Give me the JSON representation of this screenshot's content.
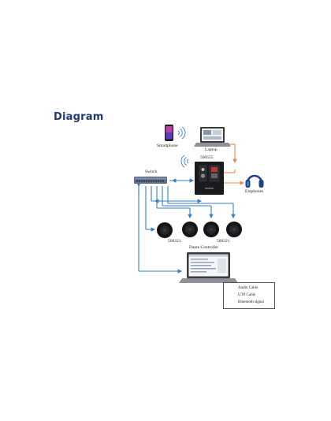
{
  "heading": "Diagram",
  "labels": {
    "smartphone": "Smartphone",
    "laptop": "Laptop",
    "device_model": "500555",
    "switch": "Switch",
    "earphones": "Earphones",
    "speaker_left_code": "500221",
    "speaker_right_code": "500221",
    "dante_controller": "Dante Controller"
  },
  "legend": {
    "audio_cable": "Audio Cable",
    "utp_cable": "UTP Cable",
    "bluetooth": "Bluetooth signal"
  },
  "colors": {
    "audio": "#e8894a",
    "utp": "#3a7fc1",
    "heading": "#1f3b6e"
  },
  "icons": [
    "smartphone-icon",
    "laptop-icon",
    "wall-panel-icon",
    "switch-icon",
    "headphones-icon",
    "ceiling-speaker-icon",
    "bluetooth-signal-icon"
  ]
}
